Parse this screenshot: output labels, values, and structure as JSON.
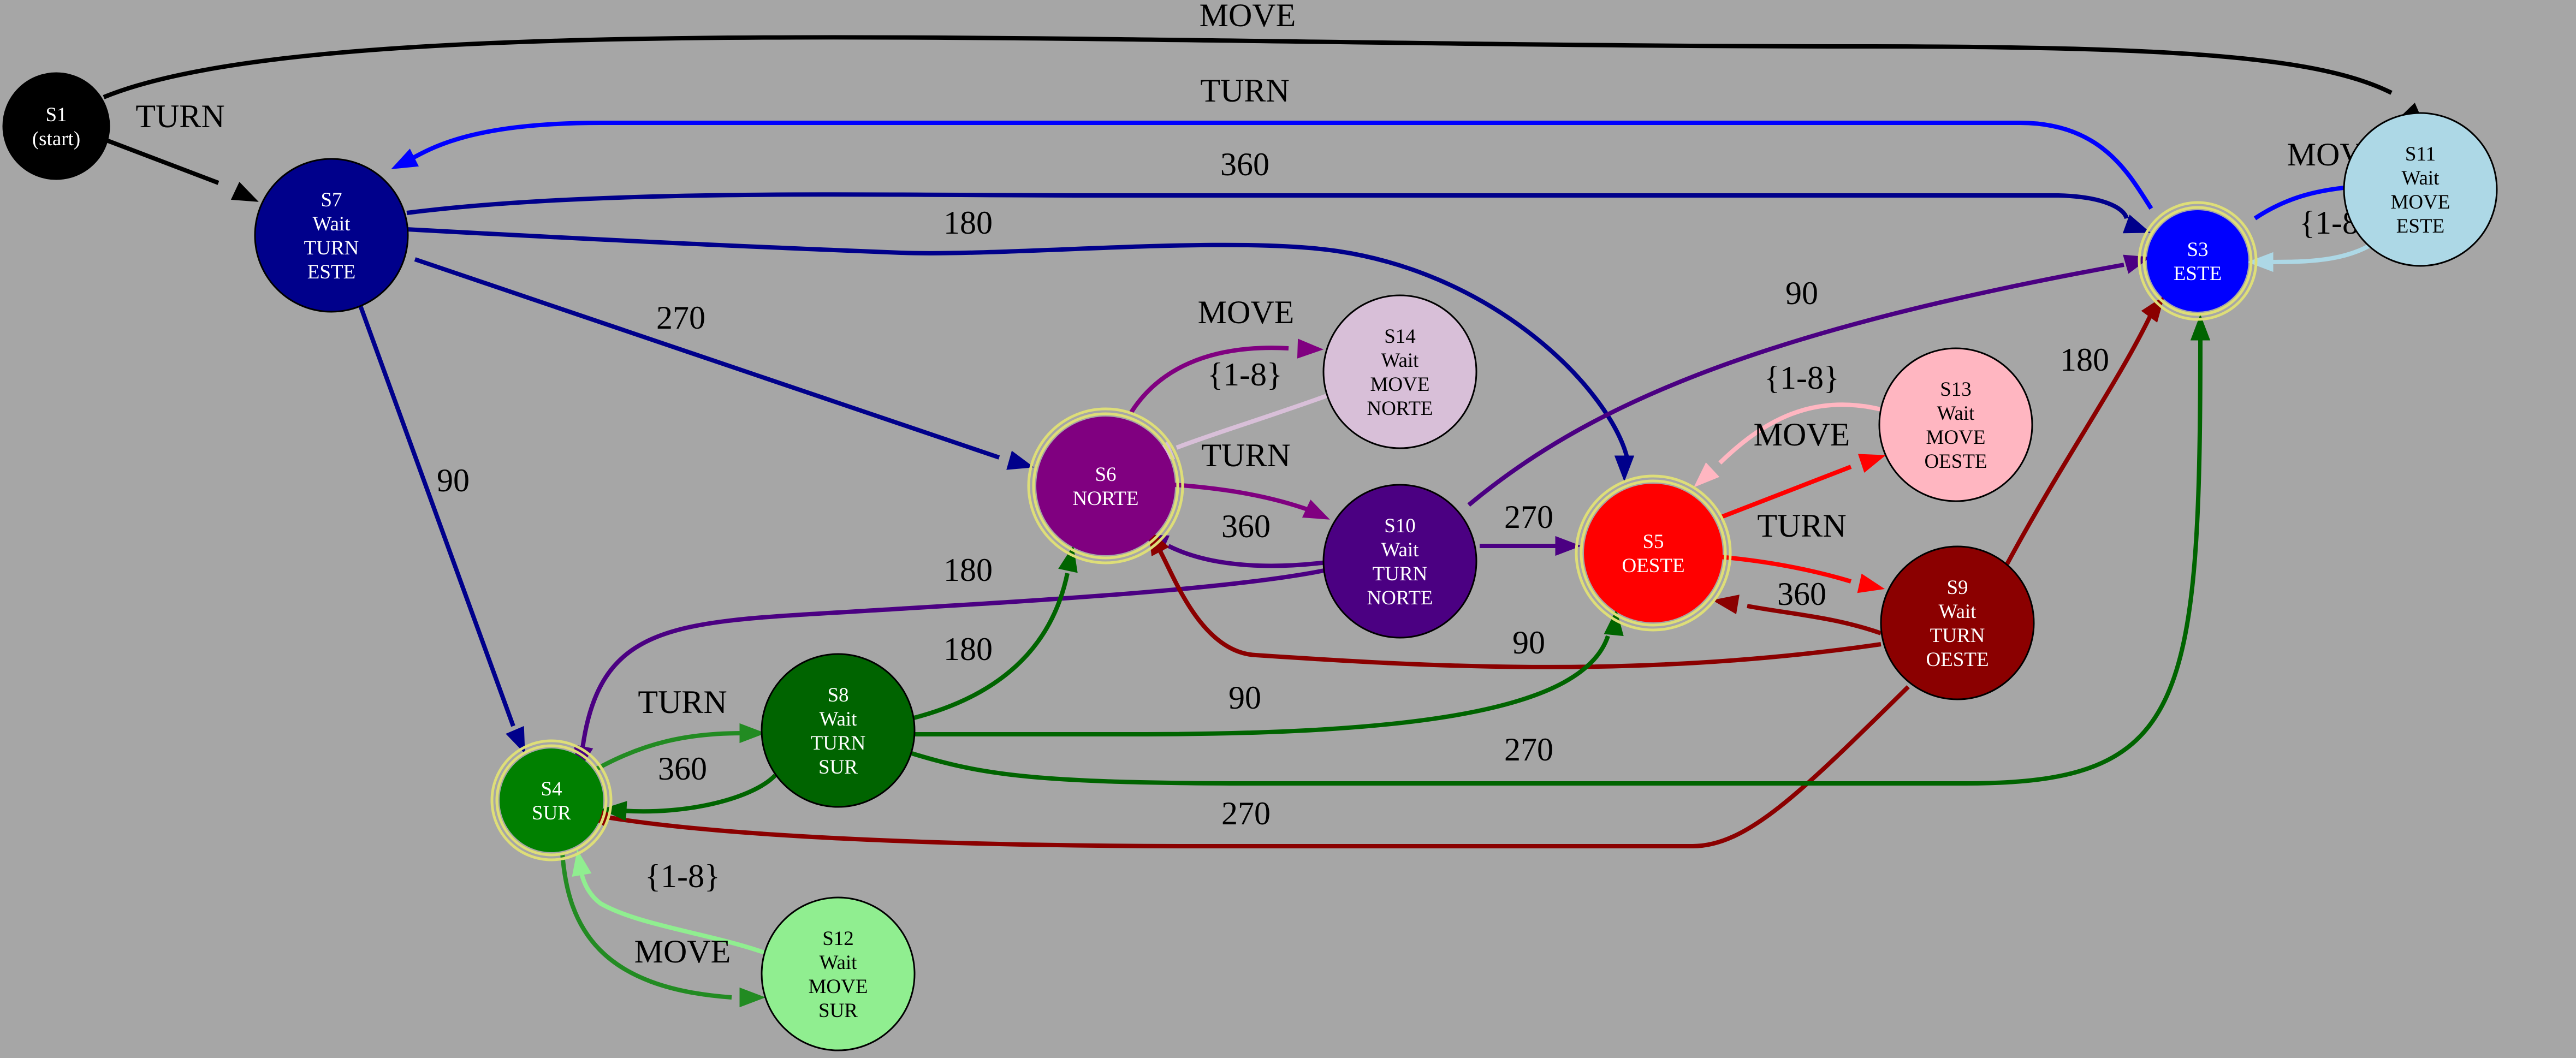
{
  "nodes": [
    {
      "id": "S1",
      "lines": [
        "S1",
        "(start)"
      ],
      "fill": "#000000",
      "text": "#ffffff",
      "accepting": false
    },
    {
      "id": "S7",
      "lines": [
        "S7",
        "Wait",
        "TURN",
        "ESTE"
      ],
      "fill": "#00008b",
      "text": "#ffffff",
      "accepting": false
    },
    {
      "id": "S3",
      "lines": [
        "S3",
        "ESTE"
      ],
      "fill": "#0000ff",
      "text": "#ffffff",
      "accepting": true
    },
    {
      "id": "S11",
      "lines": [
        "S11",
        "Wait",
        "MOVE",
        "ESTE"
      ],
      "fill": "#add8e6",
      "text": "#000000",
      "accepting": false
    },
    {
      "id": "S6",
      "lines": [
        "S6",
        "NORTE"
      ],
      "fill": "#800080",
      "text": "#ffffff",
      "accepting": true
    },
    {
      "id": "S14",
      "lines": [
        "S14",
        "Wait",
        "MOVE",
        "NORTE"
      ],
      "fill": "#d8bfd8",
      "text": "#000000",
      "accepting": false
    },
    {
      "id": "S10",
      "lines": [
        "S10",
        "Wait",
        "TURN",
        "NORTE"
      ],
      "fill": "#4b0082",
      "text": "#ffffff",
      "accepting": false
    },
    {
      "id": "S5",
      "lines": [
        "S5",
        "OESTE"
      ],
      "fill": "#ff0000",
      "text": "#ffffff",
      "accepting": true
    },
    {
      "id": "S13",
      "lines": [
        "S13",
        "Wait",
        "MOVE",
        "OESTE"
      ],
      "fill": "#ffb6c1",
      "text": "#000000",
      "accepting": false
    },
    {
      "id": "S9",
      "lines": [
        "S9",
        "Wait",
        "TURN",
        "OESTE"
      ],
      "fill": "#8b0000",
      "text": "#ffffff",
      "accepting": false
    },
    {
      "id": "S4",
      "lines": [
        "S4",
        "SUR"
      ],
      "fill": "#008000",
      "text": "#ffffff",
      "accepting": true
    },
    {
      "id": "S8",
      "lines": [
        "S8",
        "Wait",
        "TURN",
        "SUR"
      ],
      "fill": "#006400",
      "text": "#ffffff",
      "accepting": false
    },
    {
      "id": "S12",
      "lines": [
        "S12",
        "Wait",
        "MOVE",
        "SUR"
      ],
      "fill": "#90ee90",
      "text": "#000000",
      "accepting": false
    }
  ],
  "edges": [
    {
      "from": "S1",
      "to": "S11",
      "label": "MOVE",
      "color": "#000000"
    },
    {
      "from": "S1",
      "to": "S7",
      "label": "TURN",
      "color": "#000000"
    },
    {
      "from": "S3",
      "to": "S7",
      "label": "TURN",
      "color": "#0000ff"
    },
    {
      "from": "S7",
      "to": "S3",
      "label": "360",
      "color": "#00008b"
    },
    {
      "from": "S7",
      "to": "S5",
      "label": "180",
      "color": "#00008b"
    },
    {
      "from": "S7",
      "to": "S6",
      "label": "270",
      "color": "#00008b"
    },
    {
      "from": "S7",
      "to": "S4",
      "label": "90",
      "color": "#00008b"
    },
    {
      "from": "S3",
      "to": "S11",
      "label": "MOVE",
      "color": "#0000ff"
    },
    {
      "from": "S11",
      "to": "S3",
      "label": "{1-8}",
      "color": "#add8e6"
    },
    {
      "from": "S6",
      "to": "S14",
      "label": "MOVE",
      "color": "#800080"
    },
    {
      "from": "S14",
      "to": "S6",
      "label": "{1-8}",
      "color": "#d8bfd8"
    },
    {
      "from": "S6",
      "to": "S10",
      "label": "TURN",
      "color": "#800080"
    },
    {
      "from": "S10",
      "to": "S6",
      "label": "360",
      "color": "#4b0082"
    },
    {
      "from": "S10",
      "to": "S3",
      "label": "90",
      "color": "#4b0082"
    },
    {
      "from": "S10",
      "to": "S5",
      "label": "270",
      "color": "#4b0082"
    },
    {
      "from": "S10",
      "to": "S4",
      "label": "180",
      "color": "#4b0082"
    },
    {
      "from": "S13",
      "to": "S5",
      "label": "{1-8}",
      "color": "#ffb6c1"
    },
    {
      "from": "S5",
      "to": "S13",
      "label": "MOVE",
      "color": "#ff0000"
    },
    {
      "from": "S5",
      "to": "S9",
      "label": "TURN",
      "color": "#ff0000"
    },
    {
      "from": "S9",
      "to": "S5",
      "label": "360",
      "color": "#8b0000"
    },
    {
      "from": "S9",
      "to": "S6",
      "label": "90",
      "color": "#8b0000"
    },
    {
      "from": "S9",
      "to": "S3",
      "label": "180",
      "color": "#8b0000"
    },
    {
      "from": "S9",
      "to": "S4",
      "label": "270",
      "color": "#8b0000"
    },
    {
      "from": "S8",
      "to": "S6",
      "label": "180",
      "color": "#006400"
    },
    {
      "from": "S8",
      "to": "S5",
      "label": "90",
      "color": "#006400"
    },
    {
      "from": "S8",
      "to": "S3",
      "label": "270",
      "color": "#006400"
    },
    {
      "from": "S4",
      "to": "S8",
      "label": "TURN",
      "color": "#228b22"
    },
    {
      "from": "S8",
      "to": "S4",
      "label": "360",
      "color": "#006400"
    },
    {
      "from": "S12",
      "to": "S4",
      "label": "{1-8}",
      "color": "#90ee90"
    },
    {
      "from": "S4",
      "to": "S12",
      "label": "MOVE",
      "color": "#228b22"
    }
  ],
  "accept_ring_color": "#dede78"
}
